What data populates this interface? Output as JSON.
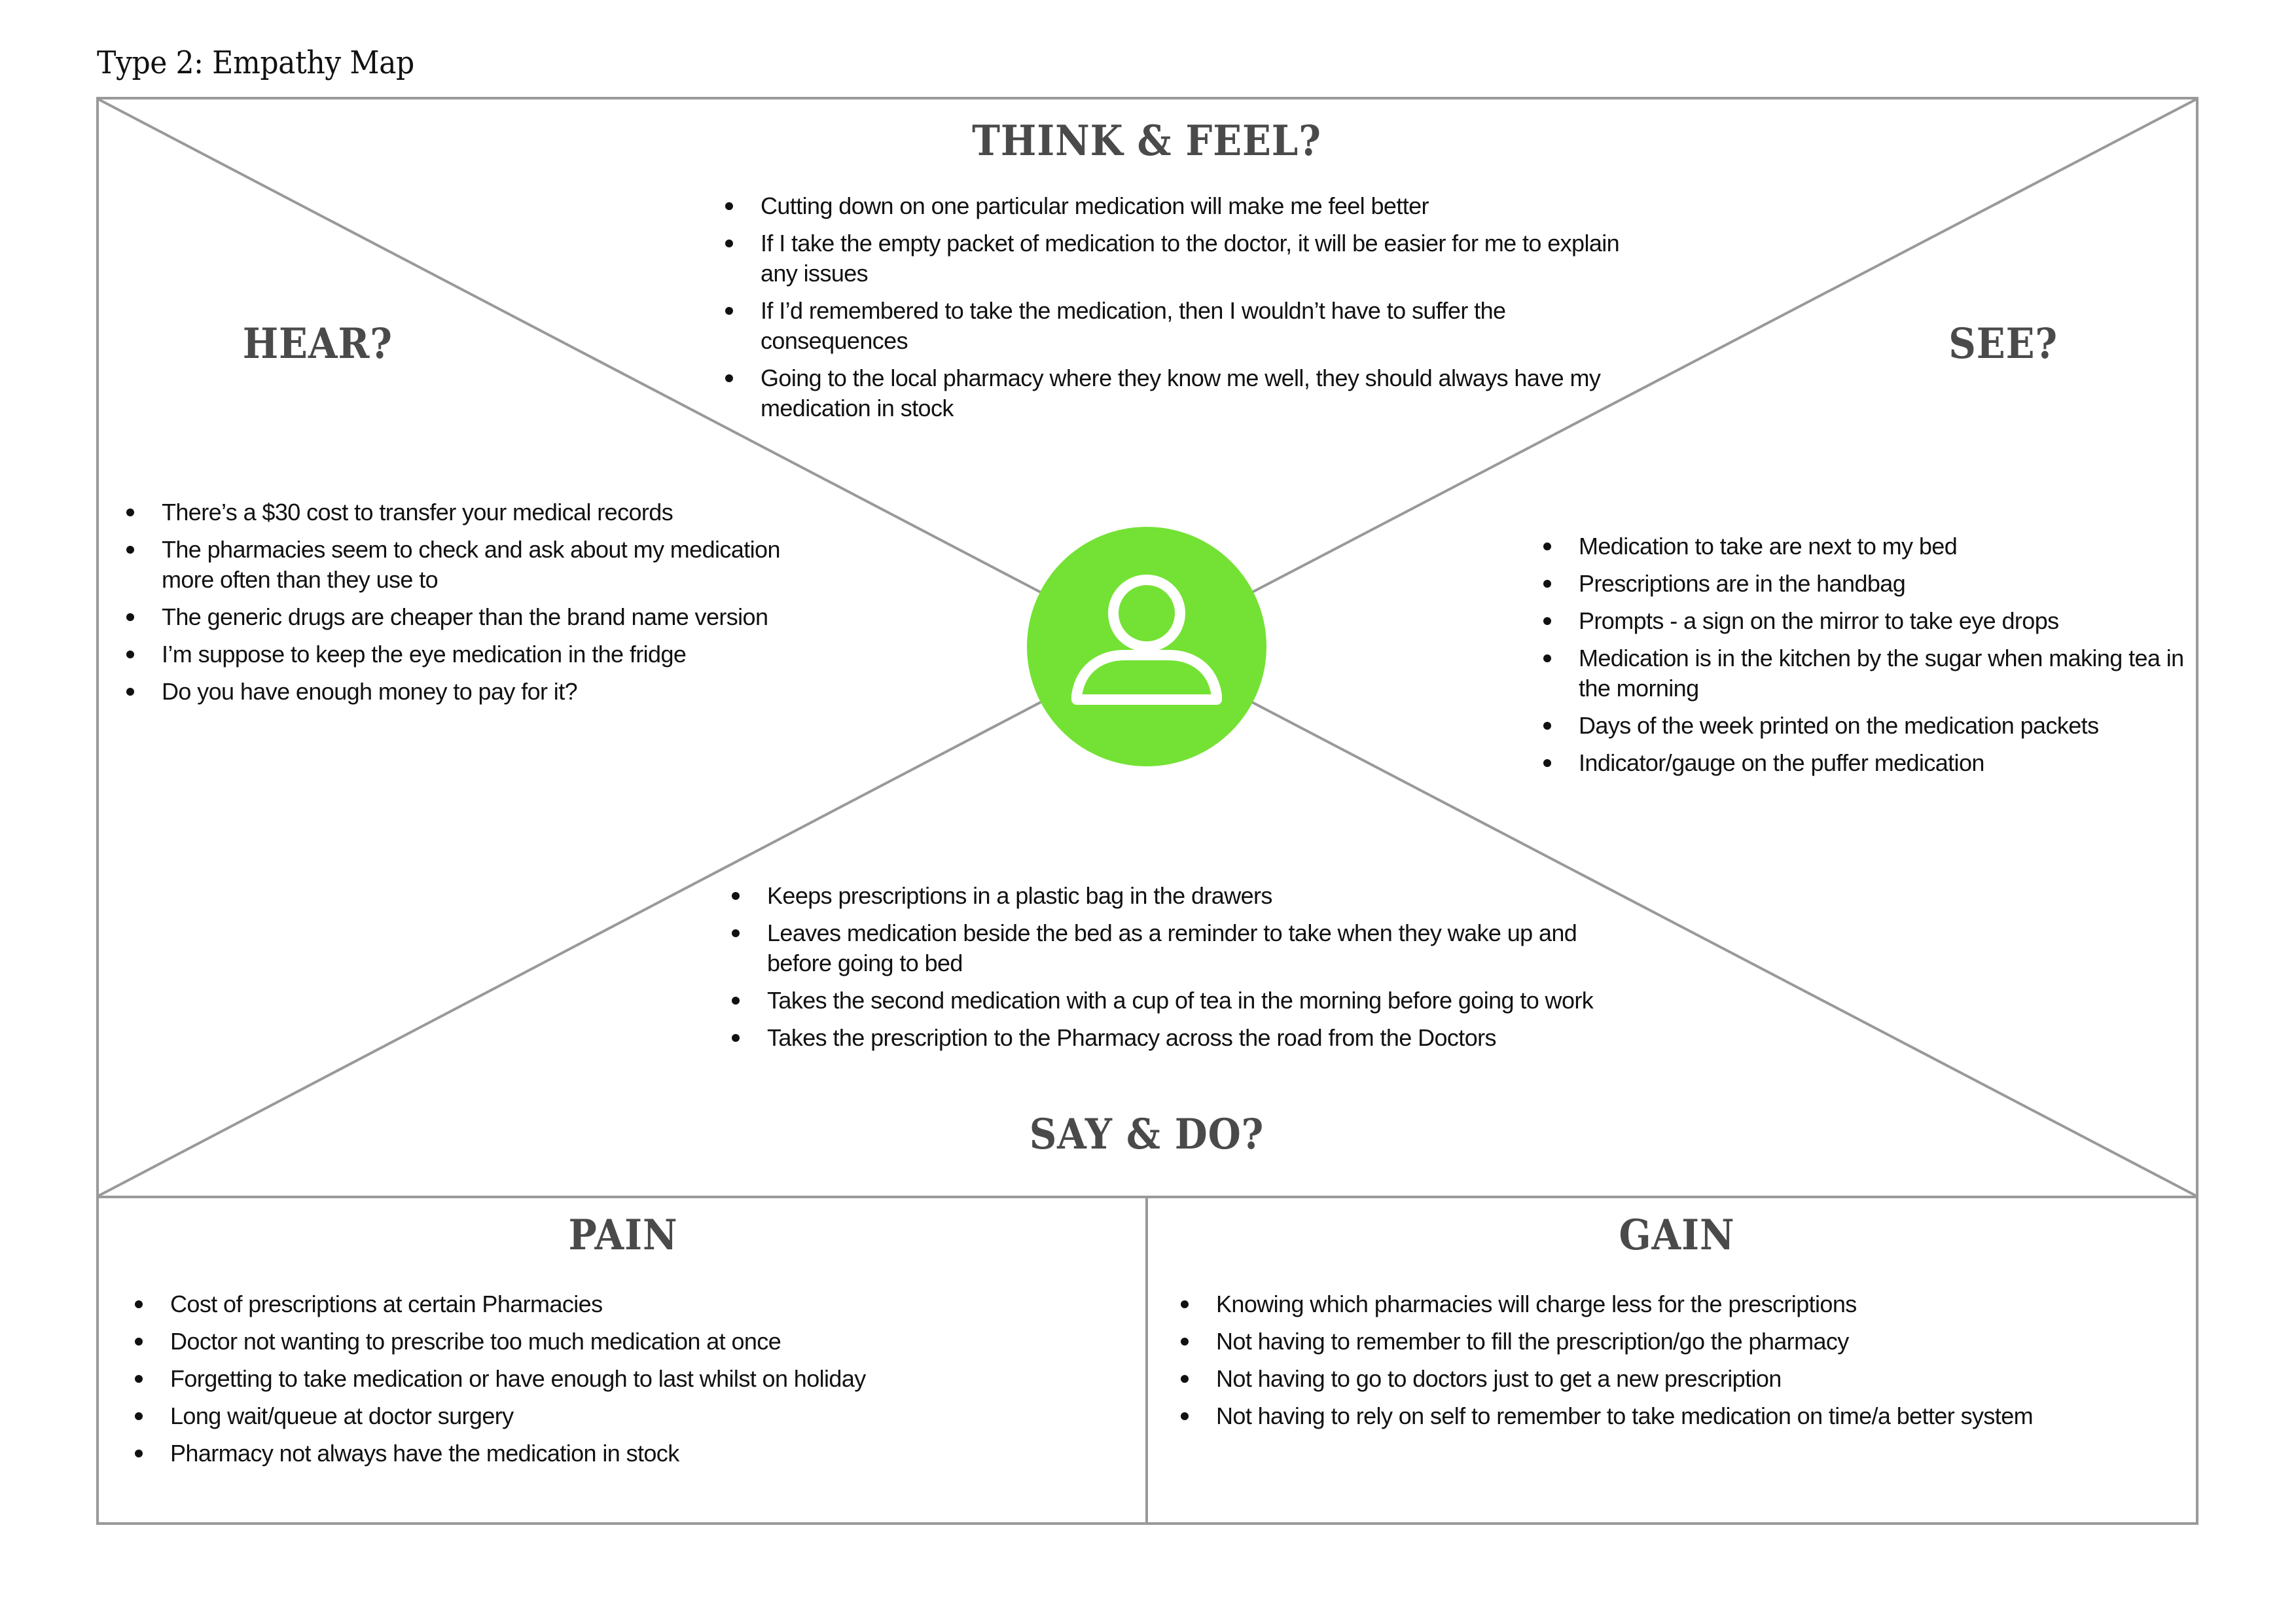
{
  "page": {
    "title": "Type 2: Empathy Map"
  },
  "colors": {
    "persona_fill": "#74E234",
    "line": "#999999",
    "heading": "#4A4A4A"
  },
  "persona": {
    "icon": "user-icon"
  },
  "quadrants": {
    "think_feel": {
      "heading": "THINK & FEEL?",
      "items": [
        "Cutting down on one particular medication will make me feel better",
        "If I take the empty packet of medication to the doctor, it will be easier for me to explain any issues",
        "If I’d remembered to take the medication, then I wouldn’t have to suffer the consequences",
        "Going to the local pharmacy where they know me well, they should always have my medication in stock"
      ]
    },
    "hear": {
      "heading": "HEAR?",
      "items": [
        "There’s a $30 cost to transfer your medical records",
        "The pharmacies seem to check and ask about my medication more often than they use to",
        "The generic drugs are cheaper than the brand name version",
        "I’m suppose to keep the eye medication in the fridge",
        "Do you have enough money to pay for it?"
      ]
    },
    "see": {
      "heading": "SEE?",
      "items": [
        "Medication to take are next to my bed",
        "Prescriptions are in the handbag",
        "Prompts - a sign on the mirror to take eye drops",
        "Medication is in the kitchen by the sugar when making tea in the morning",
        "Days of the week printed on the medication packets",
        "Indicator/gauge on the puffer medication"
      ]
    },
    "say_do": {
      "heading": "SAY & DO?",
      "items": [
        "Keeps prescriptions in a plastic bag in the drawers",
        "Leaves medication beside the bed as a reminder to take when they wake up and before going to bed",
        "Takes the second medication with a cup of tea in the morning before going to work",
        "Takes the prescription to the Pharmacy across the road from the Doctors"
      ]
    }
  },
  "pain": {
    "heading": "PAIN",
    "items": [
      "Cost of prescriptions at certain Pharmacies",
      "Doctor not wanting to prescribe too much medication at once",
      "Forgetting to take medication or have enough to last whilst on holiday",
      "Long wait/queue at doctor surgery",
      "Pharmacy not always have the medication in stock"
    ]
  },
  "gain": {
    "heading": "GAIN",
    "items": [
      "Knowing which pharmacies will charge less for the prescriptions",
      "Not having to remember to fill the prescription/go the pharmacy",
      "Not having to go to doctors just to get a new prescription",
      "Not having to rely on self to remember to take medication on time/a better system"
    ]
  }
}
